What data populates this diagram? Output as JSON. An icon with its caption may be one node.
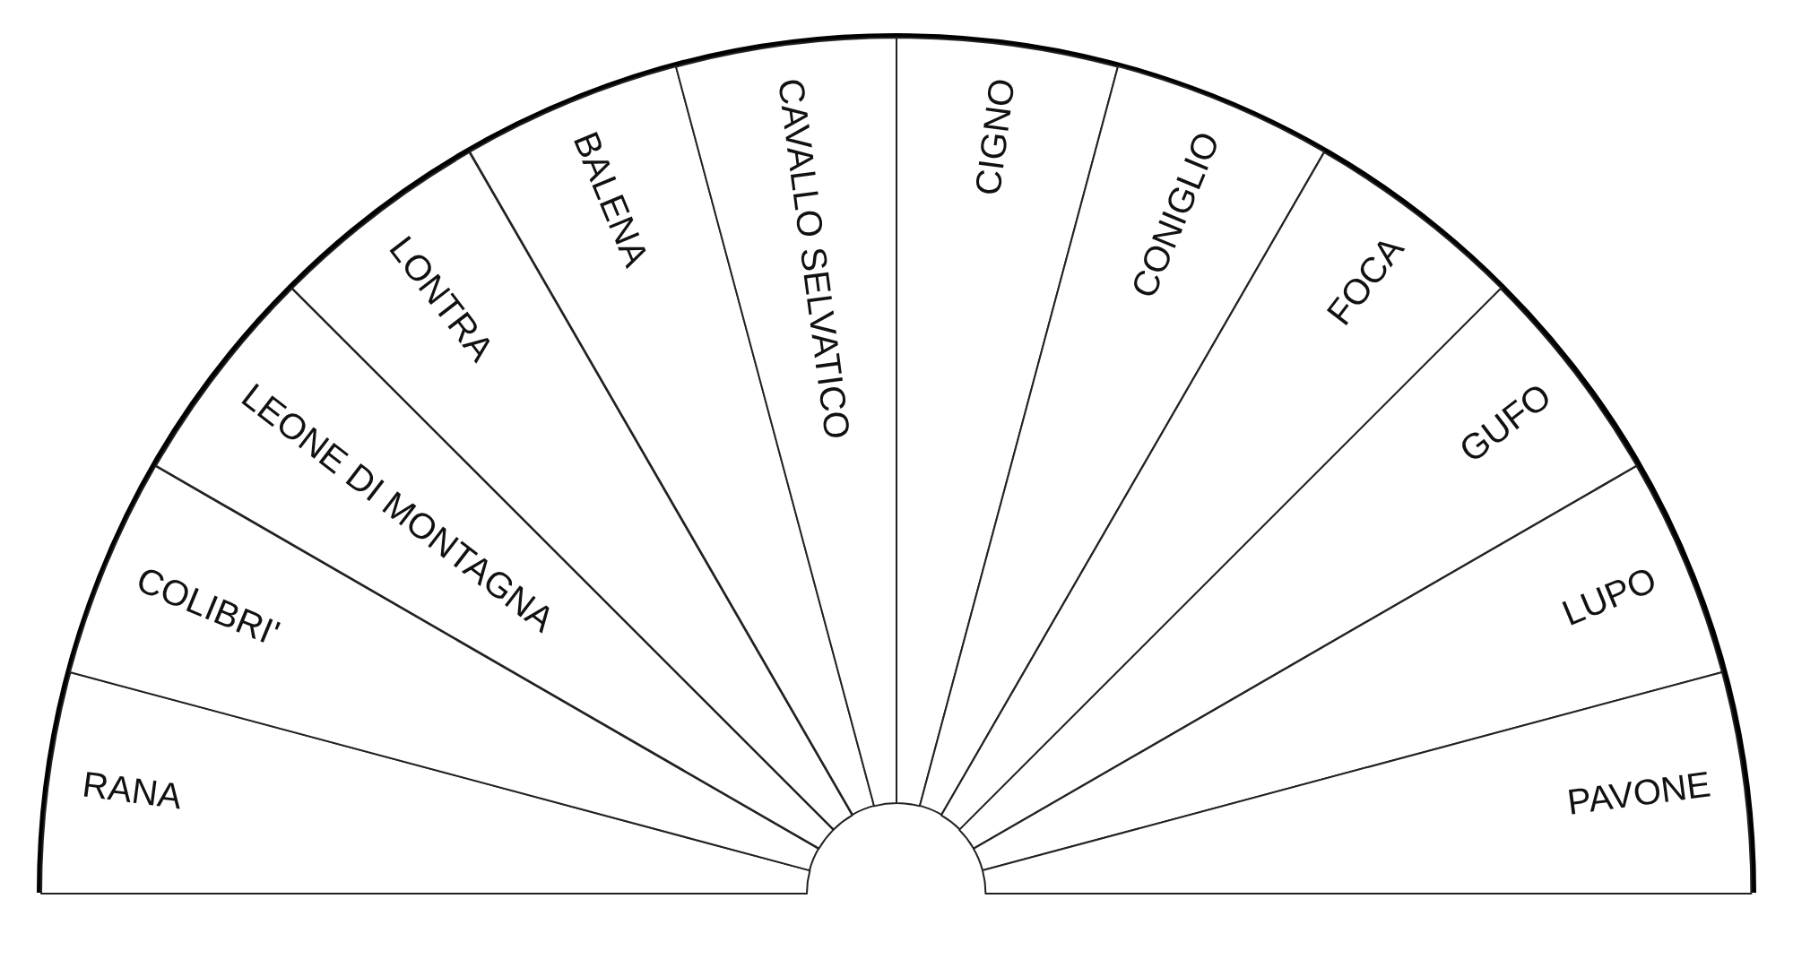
{
  "diagram": {
    "nodes": [
      {
        "text": [
          "RANA"
        ]
      },
      {
        "text": [
          "COLIBRI'"
        ]
      },
      {
        "text": [
          "LEONE DI MONTAGNA"
        ]
      },
      {
        "text": [
          "LONTRA"
        ]
      },
      {
        "text": [
          "BALENA"
        ]
      },
      {
        "text": [
          "CAVALLO SELVATICO"
        ]
      },
      {
        "text": [
          "CIGNO"
        ]
      },
      {
        "text": [
          "CONIGLIO"
        ]
      },
      {
        "text": [
          "FOCA"
        ]
      },
      {
        "text": [
          "GUFO"
        ]
      },
      {
        "text": [
          "LUPO"
        ]
      },
      {
        "text": [
          "PAVONE"
        ]
      }
    ]
  }
}
